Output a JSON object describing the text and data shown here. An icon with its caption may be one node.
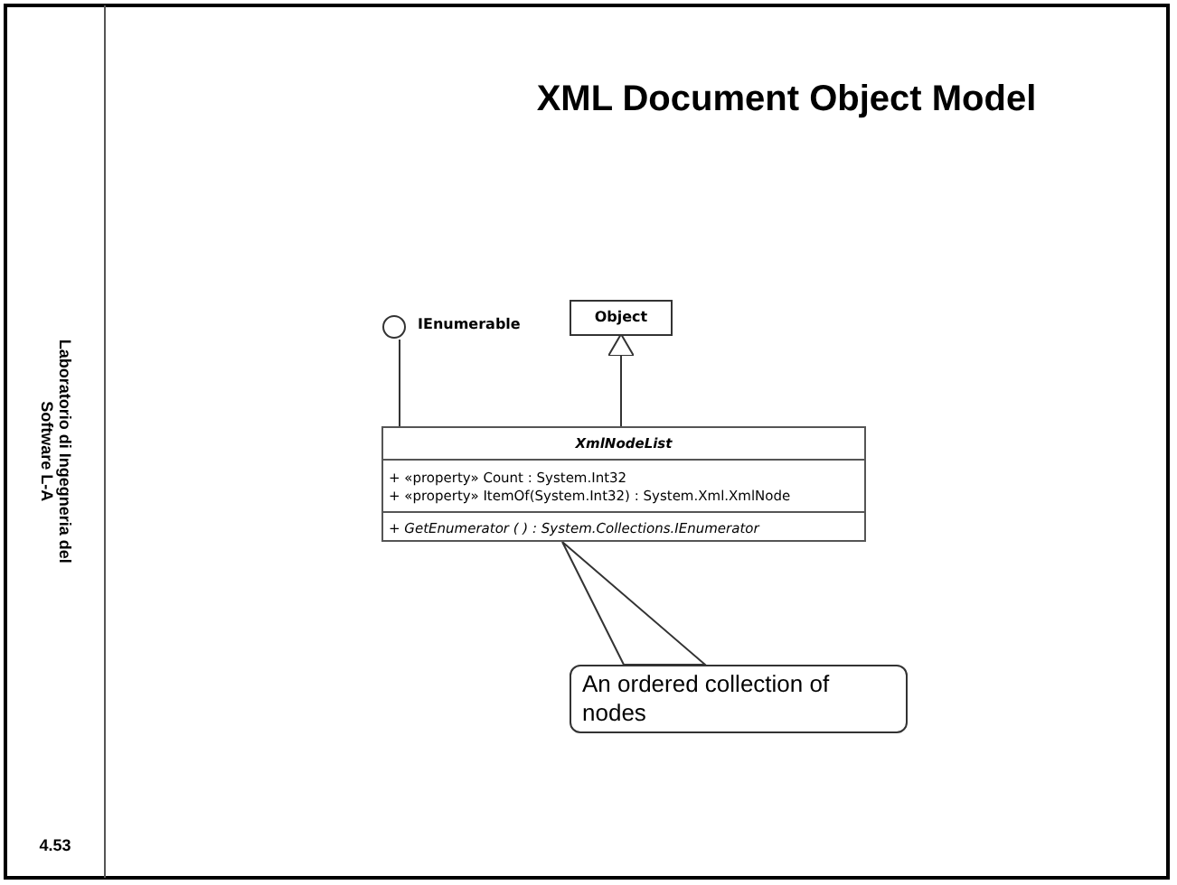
{
  "diagram": {
    "title": "XML Document Object Model",
    "nodes": [
      {
        "text": [
          "IEnumerable"
        ]
      },
      {
        "text": [
          "Object"
        ]
      },
      {
        "text": [
          "XmlNodeList",
          "+ «property» Count : System.Int32",
          "+ «property» ItemOf(System.Int32) : System.Xml.XmlNode",
          "+ GetEnumerator ( ) : System.Collections.IEnumerator"
        ]
      },
      {
        "text": [
          "An ordered collection of nodes"
        ]
      }
    ],
    "edges": [
      {
        "from": 2,
        "to": 0,
        "arrow": "none"
      },
      {
        "from": 2,
        "to": 1,
        "arrow": "to"
      },
      {
        "from": 3,
        "to": 2,
        "arrow": "none"
      }
    ],
    "labels": [
      "Laboratorio di Ingegneria del Software L-A",
      "4.53"
    ]
  }
}
